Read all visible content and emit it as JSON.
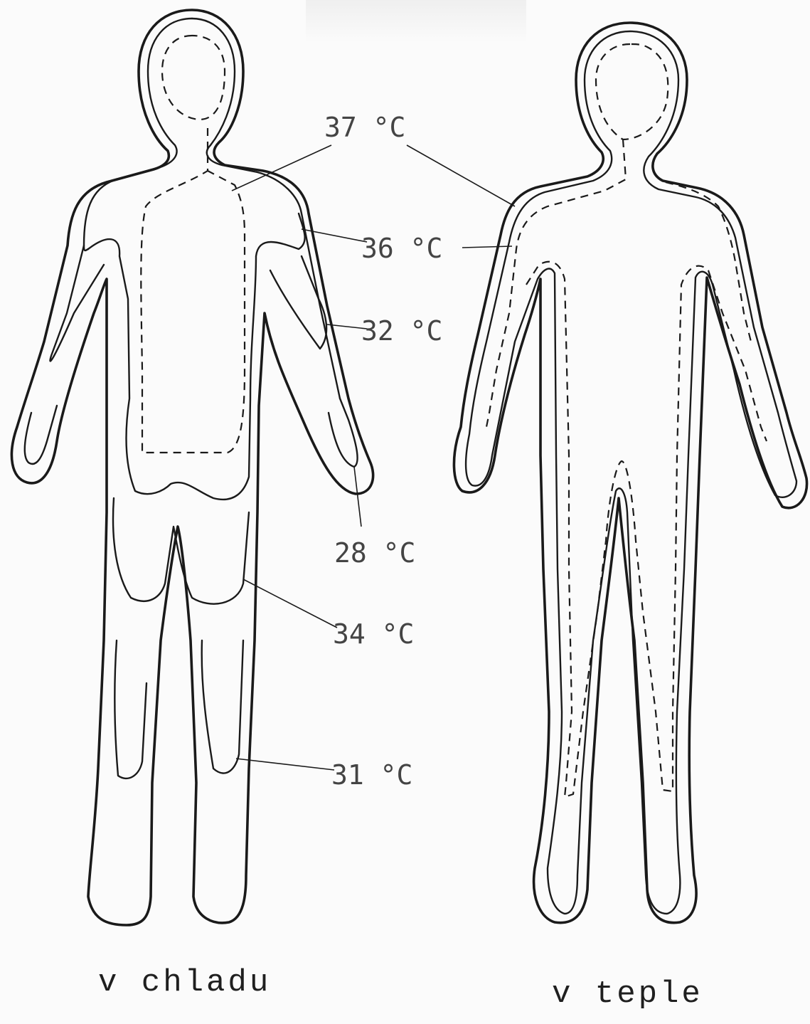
{
  "labels": {
    "t37": "37 °C",
    "t36": "36 °C",
    "t32": "32 °C",
    "t28": "28 °C",
    "t34": "34 °C",
    "t31": "31 °C"
  },
  "captions": {
    "cold": "v chladu",
    "warm": "v teple"
  }
}
